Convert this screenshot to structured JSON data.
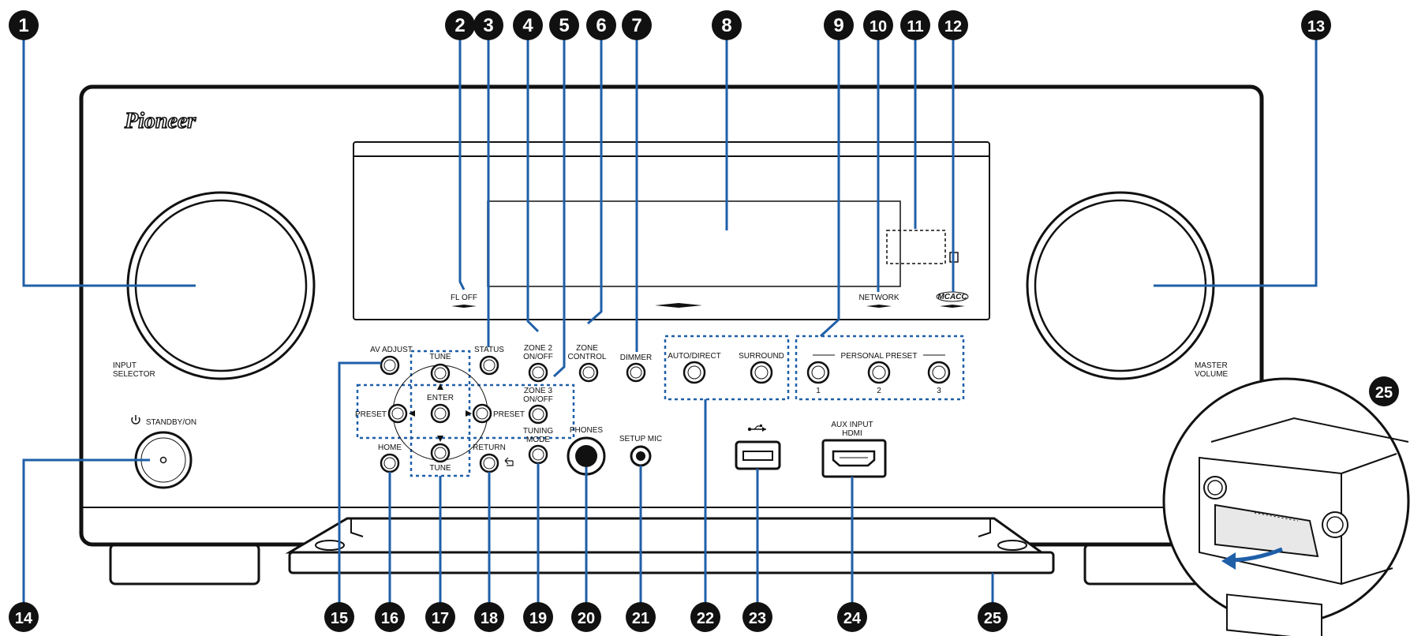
{
  "brand": "Pioneer",
  "callouts": [
    "1",
    "2",
    "3",
    "4",
    "5",
    "6",
    "7",
    "8",
    "9",
    "10",
    "11",
    "12",
    "13",
    "14",
    "15",
    "16",
    "17",
    "18",
    "19",
    "20",
    "21",
    "22",
    "23",
    "24",
    "25",
    "25"
  ],
  "labels": {
    "input_selector_1": "INPUT",
    "input_selector_2": "SELECTOR",
    "master_volume_1": "MASTER",
    "master_volume_2": "VOLUME",
    "standby": "STANDBY/ON",
    "fl_off": "FL OFF",
    "network": "NETWORK",
    "mcacc": "MCACC",
    "av_adjust": "AV ADJUST",
    "status": "STATUS",
    "zone2_1": "ZONE 2",
    "zone2_2": "ON/OFF",
    "zone_control_1": "ZONE",
    "zone_control_2": "CONTROL",
    "dimmer": "DIMMER",
    "tune_top": "TUNE",
    "tune_bottom": "TUNE",
    "enter": "ENTER",
    "preset_left": "PRESET",
    "preset_right": "PRESET",
    "zone3_1": "ZONE 3",
    "zone3_2": "ON/OFF",
    "tuning_mode_1": "TUNING",
    "tuning_mode_2": "MODE",
    "home": "HOME",
    "return": "RETURN",
    "phones": "PHONES",
    "setup_mic": "SETUP MIC",
    "auto_direct": "AUTO/DIRECT",
    "surround": "SURROUND",
    "personal_preset": "PERSONAL PRESET",
    "preset_1": "1",
    "preset_2": "2",
    "preset_3": "3",
    "aux_1": "AUX INPUT",
    "aux_2": "HDMI"
  },
  "colors": {
    "callout_fill": "#111111",
    "leader": "#1f5fa8",
    "outline": "#111111"
  }
}
